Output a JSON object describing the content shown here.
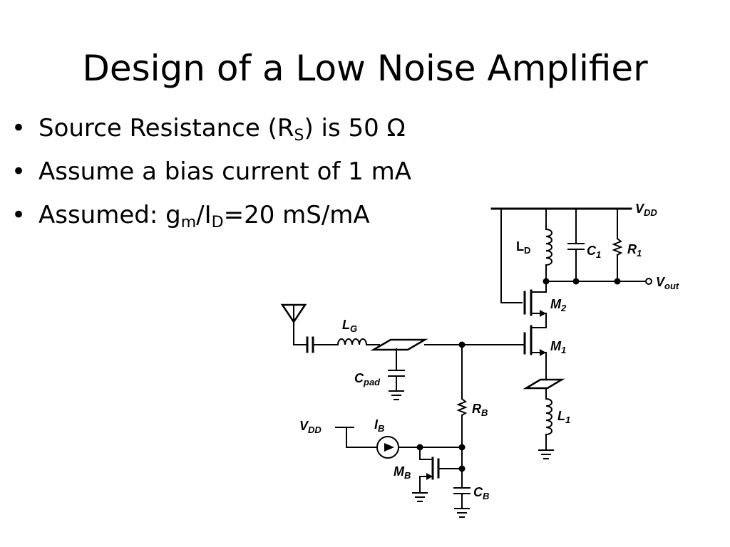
{
  "slide": {
    "title": "Design of a Low Noise Amplifier"
  },
  "bullets": [
    {
      "bullet": "•",
      "pre": "Source Resistance (R",
      "sub1": "S",
      "mid": ") is 50 Ω",
      "sub2": "",
      "post": ""
    },
    {
      "bullet": "•",
      "pre": "Assume a bias current of 1 mA",
      "sub1": "",
      "mid": "",
      "sub2": "",
      "post": ""
    },
    {
      "bullet": "•",
      "pre": "Assumed: g",
      "sub1": "m",
      "mid": "/I",
      "sub2": "D",
      "post": "=20 mS/mA"
    }
  ],
  "circuit": {
    "labels": {
      "vdd_top": {
        "main": "V",
        "sub": "DD"
      },
      "ld": {
        "main": "L",
        "sub": "D"
      },
      "c1": {
        "main": "C",
        "sub": "1"
      },
      "r1": {
        "main": "R",
        "sub": "1"
      },
      "vout": {
        "main": "V",
        "sub": "out"
      },
      "m2": {
        "main": "M",
        "sub": "2"
      },
      "m1": {
        "main": "M",
        "sub": "1"
      },
      "lg": {
        "main": "L",
        "sub": "G"
      },
      "cpad": {
        "main": "C",
        "sub": "pad"
      },
      "rb": {
        "main": "R",
        "sub": "B"
      },
      "l1": {
        "main": "L",
        "sub": "1"
      },
      "vdd_bias": {
        "main": "V",
        "sub": "DD"
      },
      "ib": {
        "main": "I",
        "sub": "B"
      },
      "mb": {
        "main": "M",
        "sub": "B"
      },
      "cb": {
        "main": "C",
        "sub": "B"
      }
    }
  }
}
